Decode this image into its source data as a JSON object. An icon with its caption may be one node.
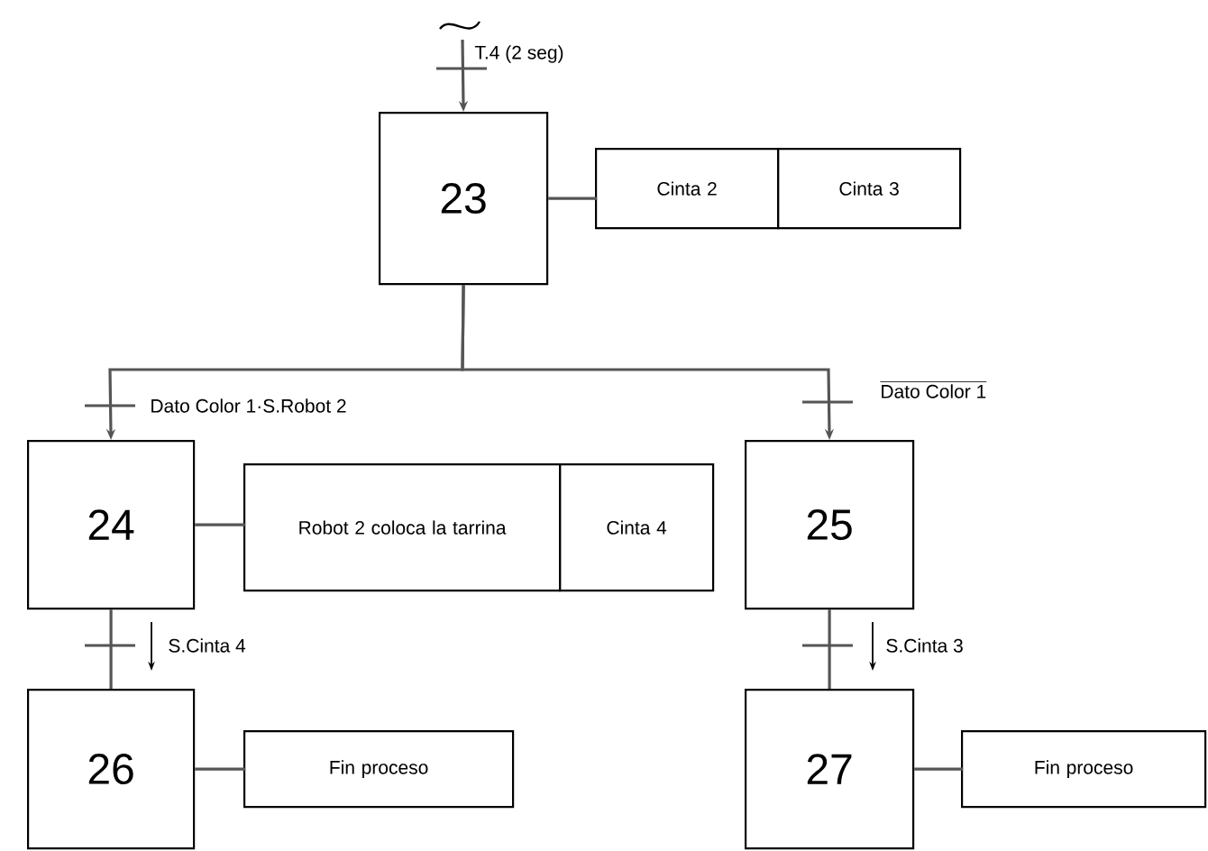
{
  "diagram": {
    "nodes": [
      {
        "text": [
          "23"
        ]
      },
      {
        "text": [
          "Cinta 2"
        ]
      },
      {
        "text": [
          "Cinta 3"
        ]
      },
      {
        "text": [
          "24"
        ]
      },
      {
        "text": [
          "Robot 2 coloca la tarrina"
        ]
      },
      {
        "text": [
          "Cinta 4"
        ]
      },
      {
        "text": [
          "25"
        ]
      },
      {
        "text": [
          "26"
        ]
      },
      {
        "text": [
          "Fin proceso"
        ]
      },
      {
        "text": [
          "27"
        ]
      },
      {
        "text": [
          "Fin proceso"
        ]
      }
    ],
    "edges": [
      {
        "from": null,
        "to": 0,
        "arrow": "to",
        "label": "T.4 (2 seg)"
      },
      {
        "from": 0,
        "to": 1,
        "arrow": "none"
      },
      {
        "from": 0,
        "to": 3,
        "arrow": "to",
        "label": "Dato Color 1·S.Robot 2"
      },
      {
        "from": 0,
        "to": 6,
        "arrow": "to",
        "label": "Dato Color 1"
      },
      {
        "from": 3,
        "to": 4,
        "arrow": "none"
      },
      {
        "from": 3,
        "to": 7,
        "arrow": "none",
        "label": "S.Cinta 4"
      },
      {
        "from": 6,
        "to": 9,
        "arrow": "none",
        "label": "S.Cinta 3"
      },
      {
        "from": 7,
        "to": 8,
        "arrow": "none"
      },
      {
        "from": 9,
        "to": 10,
        "arrow": "none"
      }
    ]
  }
}
